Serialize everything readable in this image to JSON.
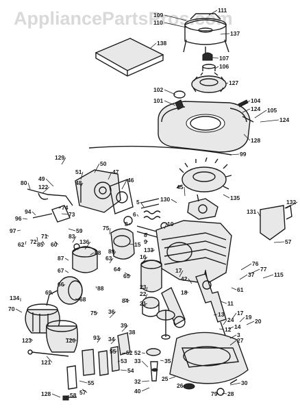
{
  "watermark": "AppliancePartsPros.com",
  "callouts": [
    {
      "id": "111",
      "text": "111"
    },
    {
      "id": "109",
      "text": "109"
    },
    {
      "id": "110",
      "text": "110"
    },
    {
      "id": "137",
      "text": "137"
    },
    {
      "id": "138",
      "text": "138"
    },
    {
      "id": "107",
      "text": "107"
    },
    {
      "id": "106",
      "text": "106"
    },
    {
      "id": "127",
      "text": "127"
    },
    {
      "id": "102",
      "text": "102"
    },
    {
      "id": "101",
      "text": "101"
    },
    {
      "id": "104",
      "text": "104"
    },
    {
      "id": "124a",
      "text": "124"
    },
    {
      "id": "105",
      "text": "105"
    },
    {
      "id": "124b",
      "text": "124"
    },
    {
      "id": "128a",
      "text": "128"
    },
    {
      "id": "99",
      "text": "99"
    },
    {
      "id": "129",
      "text": "129"
    },
    {
      "id": "50",
      "text": "50"
    },
    {
      "id": "51",
      "text": "51"
    },
    {
      "id": "47",
      "text": "47"
    },
    {
      "id": "49",
      "text": "49"
    },
    {
      "id": "48",
      "text": "48"
    },
    {
      "id": "80",
      "text": "80"
    },
    {
      "id": "122",
      "text": "122"
    },
    {
      "id": "46",
      "text": "46"
    },
    {
      "id": "45",
      "text": "45"
    },
    {
      "id": "135",
      "text": "135"
    },
    {
      "id": "94",
      "text": "94"
    },
    {
      "id": "73",
      "text": "73"
    },
    {
      "id": "74",
      "text": "74"
    },
    {
      "id": "130",
      "text": "130"
    },
    {
      "id": "132",
      "text": "132"
    },
    {
      "id": "131",
      "text": "131"
    },
    {
      "id": "96",
      "text": "96"
    },
    {
      "id": "97",
      "text": "97"
    },
    {
      "id": "5",
      "text": "5"
    },
    {
      "id": "59",
      "text": "59"
    },
    {
      "id": "72",
      "text": "72"
    },
    {
      "id": "71",
      "text": "71"
    },
    {
      "id": "83",
      "text": "83"
    },
    {
      "id": "75",
      "text": "75"
    },
    {
      "id": "6",
      "text": "6"
    },
    {
      "id": "8a",
      "text": "8"
    },
    {
      "id": "10",
      "text": "10"
    },
    {
      "id": "8b",
      "text": "8"
    },
    {
      "id": "57a",
      "text": "57"
    },
    {
      "id": "62",
      "text": "62"
    },
    {
      "id": "85",
      "text": "85"
    },
    {
      "id": "60",
      "text": "60"
    },
    {
      "id": "136",
      "text": "136"
    },
    {
      "id": "9",
      "text": "9"
    },
    {
      "id": "133",
      "text": "133"
    },
    {
      "id": "15",
      "text": "15"
    },
    {
      "id": "88a",
      "text": "88"
    },
    {
      "id": "89",
      "text": "89"
    },
    {
      "id": "16",
      "text": "16"
    },
    {
      "id": "63",
      "text": "63"
    },
    {
      "id": "64",
      "text": "64"
    },
    {
      "id": "65",
      "text": "65"
    },
    {
      "id": "87",
      "text": "87"
    },
    {
      "id": "67",
      "text": "67"
    },
    {
      "id": "66",
      "text": "66"
    },
    {
      "id": "76",
      "text": "76"
    },
    {
      "id": "77",
      "text": "77"
    },
    {
      "id": "115",
      "text": "115"
    },
    {
      "id": "37",
      "text": "37"
    },
    {
      "id": "17",
      "text": "17"
    },
    {
      "id": "42",
      "text": "42"
    },
    {
      "id": "18",
      "text": "18"
    },
    {
      "id": "61",
      "text": "61"
    },
    {
      "id": "134",
      "text": "134"
    },
    {
      "id": "69",
      "text": "69"
    },
    {
      "id": "88b",
      "text": "88"
    },
    {
      "id": "84",
      "text": "84"
    },
    {
      "id": "23",
      "text": "23"
    },
    {
      "id": "22",
      "text": "22"
    },
    {
      "id": "21",
      "text": "21"
    },
    {
      "id": "11",
      "text": "11"
    },
    {
      "id": "70",
      "text": "70"
    },
    {
      "id": "68",
      "text": "68"
    },
    {
      "id": "75b",
      "text": "75"
    },
    {
      "id": "13",
      "text": "13"
    },
    {
      "id": "24",
      "text": "24"
    },
    {
      "id": "17b",
      "text": "17"
    },
    {
      "id": "19",
      "text": "19"
    },
    {
      "id": "20",
      "text": "20"
    },
    {
      "id": "14",
      "text": "14"
    },
    {
      "id": "3",
      "text": "3"
    },
    {
      "id": "12",
      "text": "12"
    },
    {
      "id": "27",
      "text": "27"
    },
    {
      "id": "36",
      "text": "36"
    },
    {
      "id": "39",
      "text": "39"
    },
    {
      "id": "38",
      "text": "38"
    },
    {
      "id": "123",
      "text": "123"
    },
    {
      "id": "120",
      "text": "120"
    },
    {
      "id": "93",
      "text": "93"
    },
    {
      "id": "34",
      "text": "34"
    },
    {
      "id": "55a",
      "text": "55"
    },
    {
      "id": "121",
      "text": "121"
    },
    {
      "id": "52a",
      "text": "52"
    },
    {
      "id": "53",
      "text": "53"
    },
    {
      "id": "54",
      "text": "54"
    },
    {
      "id": "33",
      "text": "33"
    },
    {
      "id": "35",
      "text": "35"
    },
    {
      "id": "52b",
      "text": "52"
    },
    {
      "id": "25",
      "text": "25"
    },
    {
      "id": "55b",
      "text": "55"
    },
    {
      "id": "32",
      "text": "32"
    },
    {
      "id": "40",
      "text": "40"
    },
    {
      "id": "30",
      "text": "30"
    },
    {
      "id": "26",
      "text": "26"
    },
    {
      "id": "79",
      "text": "79"
    },
    {
      "id": "28",
      "text": "28"
    },
    {
      "id": "128b",
      "text": "128"
    },
    {
      "id": "58",
      "text": "58"
    },
    {
      "id": "57b",
      "text": "57"
    }
  ]
}
